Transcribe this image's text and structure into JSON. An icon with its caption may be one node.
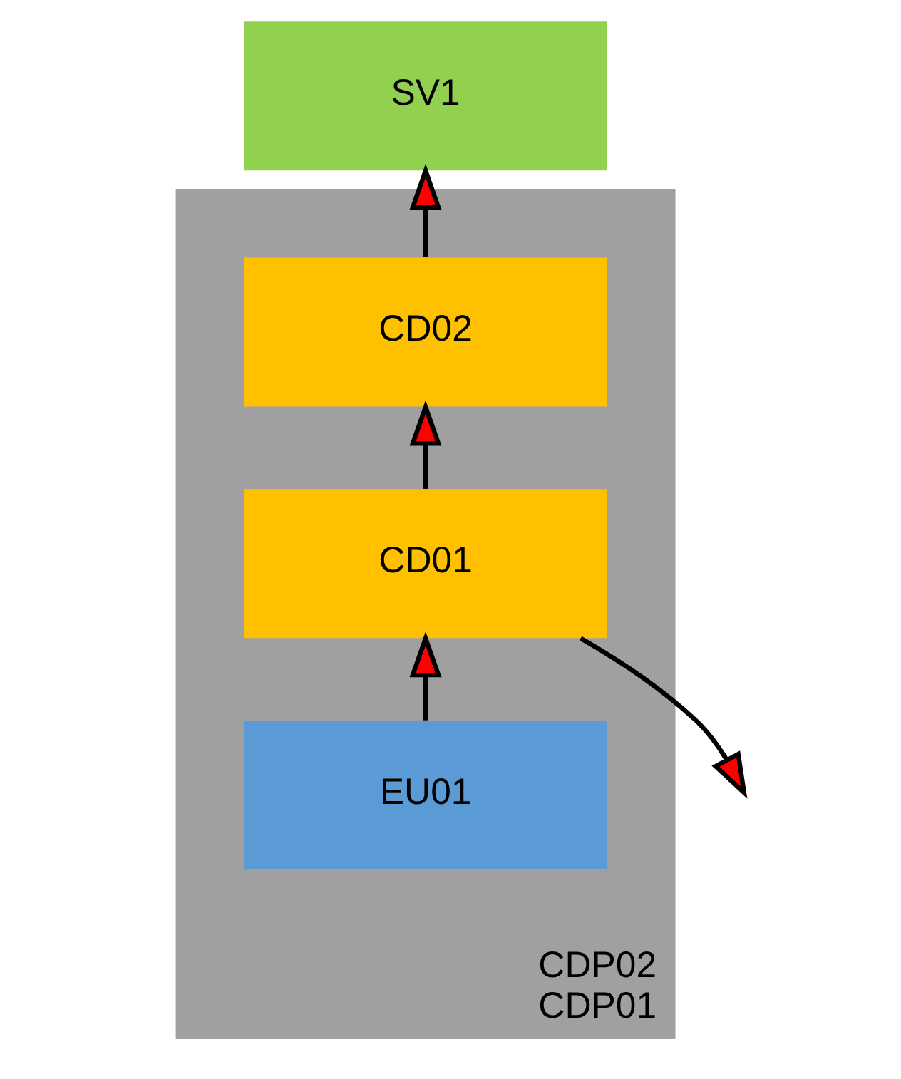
{
  "diagram": {
    "nodes": [
      {
        "text": [
          "SV1"
        ]
      },
      {
        "text": [
          "CDP02",
          "CDP01"
        ]
      },
      {
        "text": [
          "CD02"
        ],
        "in": 1
      },
      {
        "text": [
          "CD01"
        ],
        "in": 1
      },
      {
        "text": [
          "EU01"
        ],
        "in": 1
      }
    ],
    "edges": [
      {
        "from": 4,
        "to": 3,
        "arrow": "to"
      },
      {
        "from": 3,
        "to": 2,
        "arrow": "to"
      },
      {
        "from": 2,
        "to": 0,
        "arrow": "to"
      },
      {
        "from": 3,
        "to": null,
        "arrow": "to"
      }
    ]
  }
}
